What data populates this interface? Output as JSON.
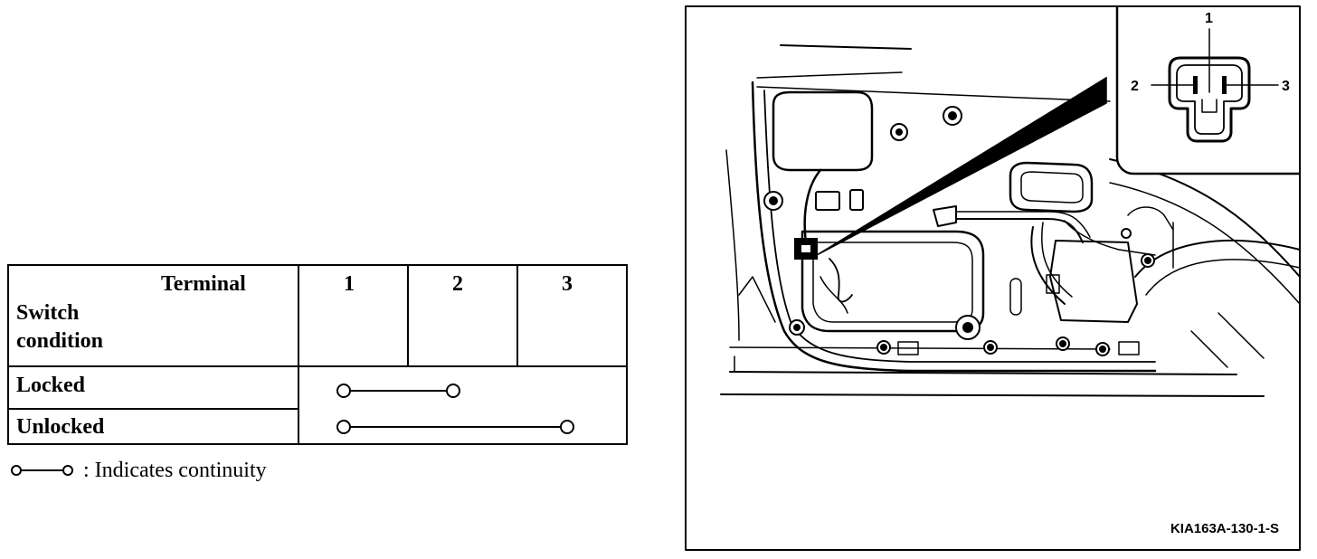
{
  "table": {
    "header_terminal": "Terminal",
    "header_switch": "Switch",
    "header_condition": "condition",
    "terminals": [
      "1",
      "2",
      "3"
    ],
    "rows": [
      {
        "label": "Locked",
        "connects": [
          "1",
          "2"
        ]
      },
      {
        "label": "Unlocked",
        "connects": [
          "1",
          "3"
        ]
      }
    ]
  },
  "legend": {
    "text": ": Indicates continuity"
  },
  "figure": {
    "pin_labels": [
      "1",
      "2",
      "3"
    ],
    "code": "KIA163A-130-1-S"
  }
}
